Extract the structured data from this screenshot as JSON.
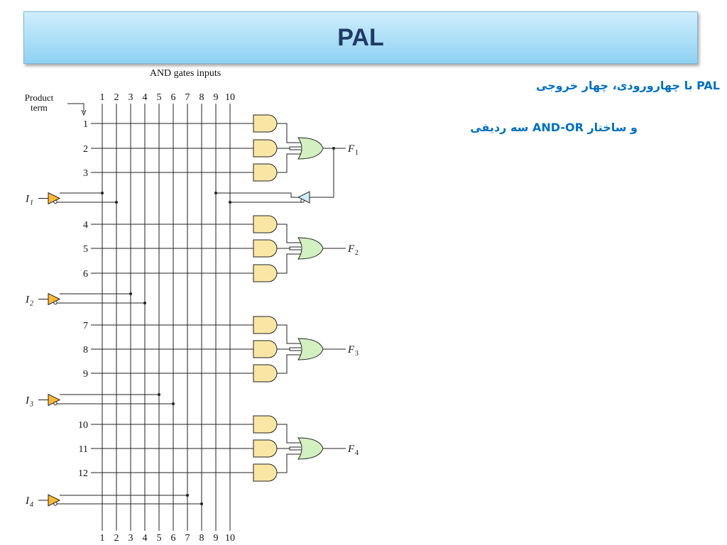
{
  "slide": {
    "title": "PAL",
    "description_line1": "PAL با چهارورودی، چهار خروجی",
    "description_line2": "و ساختار AND-OR سه ردیفی"
  },
  "diagram": {
    "header": "AND gates inputs",
    "product_term_label_1": "Product",
    "product_term_label_2": "term",
    "column_numbers": [
      "1",
      "2",
      "3",
      "4",
      "5",
      "6",
      "7",
      "8",
      "9",
      "10"
    ],
    "product_terms": [
      "1",
      "2",
      "3",
      "4",
      "5",
      "6",
      "7",
      "8",
      "9",
      "10",
      "11",
      "12"
    ],
    "inputs": [
      {
        "name": "I",
        "sub": "1"
      },
      {
        "name": "I",
        "sub": "2"
      },
      {
        "name": "I",
        "sub": "3"
      },
      {
        "name": "I",
        "sub": "4"
      }
    ],
    "outputs": [
      {
        "name": "F",
        "sub": "1"
      },
      {
        "name": "F",
        "sub": "2"
      },
      {
        "name": "F",
        "sub": "3"
      },
      {
        "name": "F",
        "sub": "4"
      }
    ],
    "colors": {
      "and_gate": "#fae6a4",
      "or_gate": "#d2f0c0",
      "input_buffer": "#ffb935",
      "feedback_buffer": "#cdeef8",
      "wire": "#222222"
    }
  }
}
